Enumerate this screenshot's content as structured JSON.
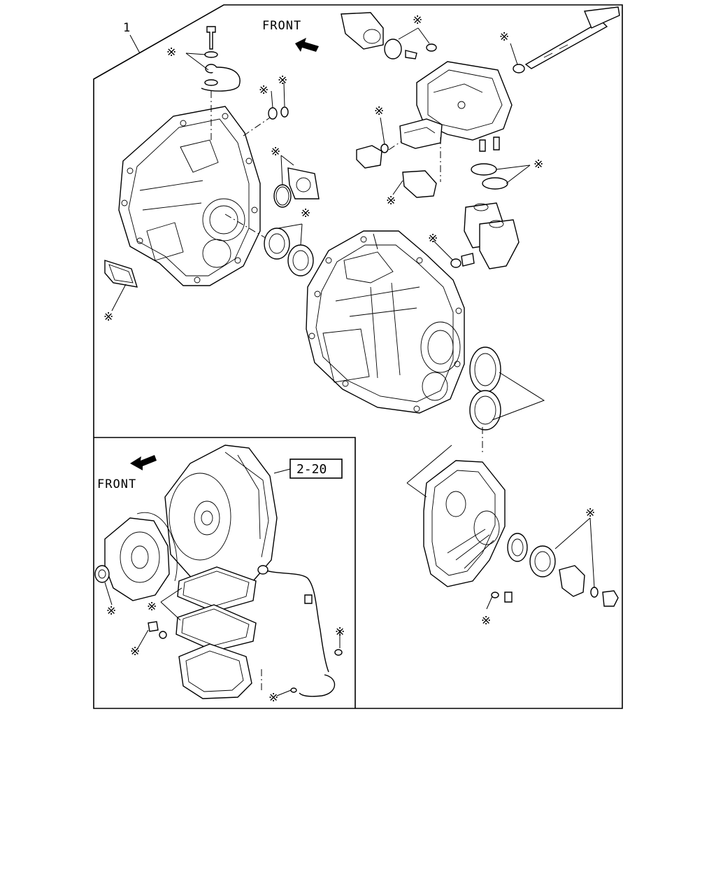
{
  "diagram": {
    "main_callout": "1",
    "front_label_main": "FRONT",
    "front_label_inset": "FRONT",
    "inset_reference": "2-20",
    "kit_marker": "※"
  }
}
